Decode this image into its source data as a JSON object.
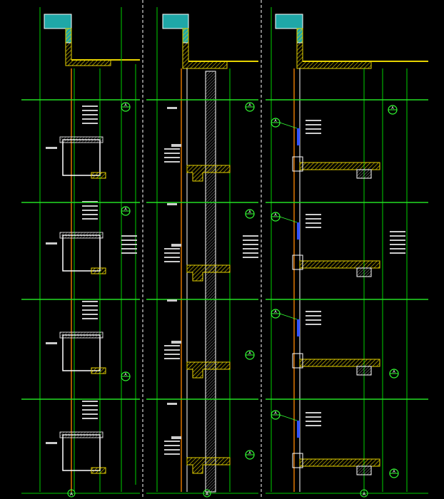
{
  "drawing": {
    "background": "#000000",
    "colors": {
      "outline": "#ffffff",
      "dimension": "#00d000",
      "floor_line": "#22dd22",
      "hatch": "#e6d200",
      "annotation": "#cccccc",
      "callout": "#33ff33",
      "glass": "#2ec4c4",
      "mullion": "#ff8800",
      "glazing_blue": "#3050ff",
      "divider": "#ffffff"
    },
    "panels": [
      {
        "id": "panel-left",
        "type": "window-frame-section"
      },
      {
        "id": "panel-middle",
        "type": "column-section"
      },
      {
        "id": "panel-right",
        "type": "window-section"
      }
    ],
    "callouts": {
      "left": [
        "A",
        "A",
        "A"
      ],
      "middle": [
        "A",
        "A",
        "A",
        "A"
      ],
      "right": [
        "A",
        "A",
        "A",
        "A",
        "A"
      ]
    },
    "bottom_markers": [
      "A",
      "A",
      "A"
    ]
  }
}
